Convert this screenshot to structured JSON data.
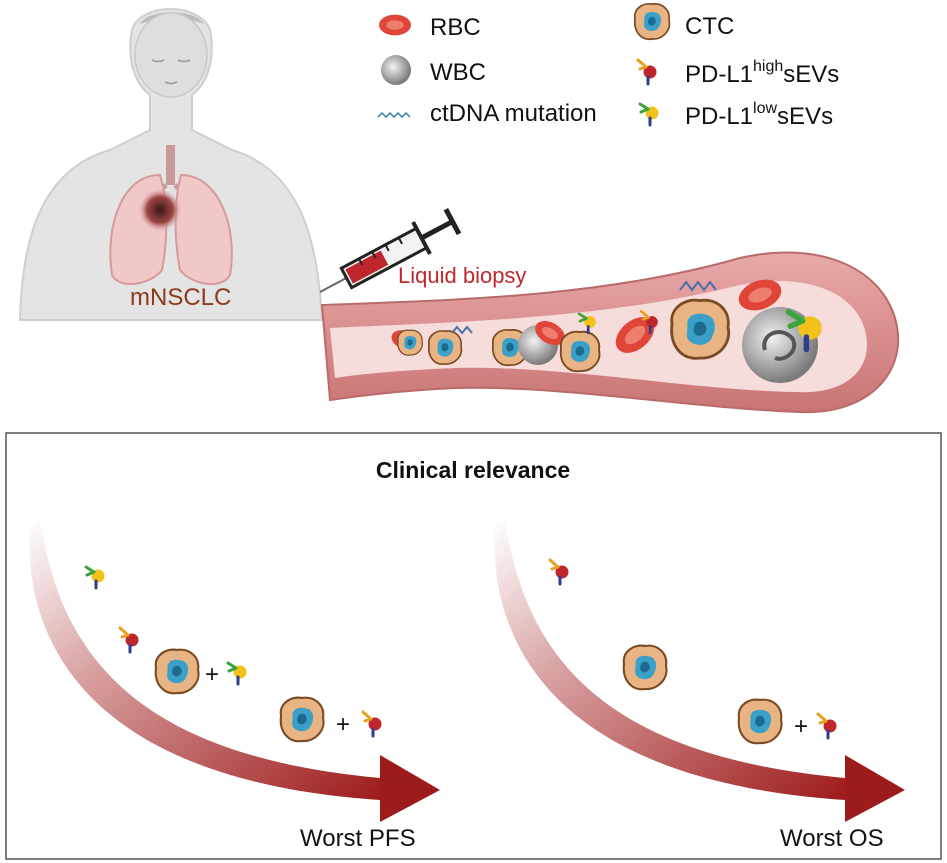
{
  "legend": {
    "rbc": "RBC",
    "wbc": "WBC",
    "ctdna": "ctDNA mutation",
    "ctc": "CTC",
    "pdl1_high_prefix": "PD-L1",
    "pdl1_high_sup": "high",
    "pdl1_high_suffix": "sEVs",
    "pdl1_low_prefix": "PD-L1",
    "pdl1_low_sup": "low",
    "pdl1_low_suffix": "sEVs"
  },
  "labels": {
    "patient": "mNSCLC",
    "procedure": "Liquid biopsy"
  },
  "panel": {
    "title": "Clinical relevance",
    "left_outcome": "Worst PFS",
    "right_outcome": "Worst OS",
    "plus": "+"
  },
  "colors": {
    "patient_label": "#8B3A1A",
    "procedure_label": "#C0272D",
    "arrow": "#9E1B1B",
    "vessel": "#D98A8A",
    "rbc": "#E0453A",
    "ctc_membrane": "#E8B483",
    "ctc_nucleus": "#3AA0C8"
  }
}
